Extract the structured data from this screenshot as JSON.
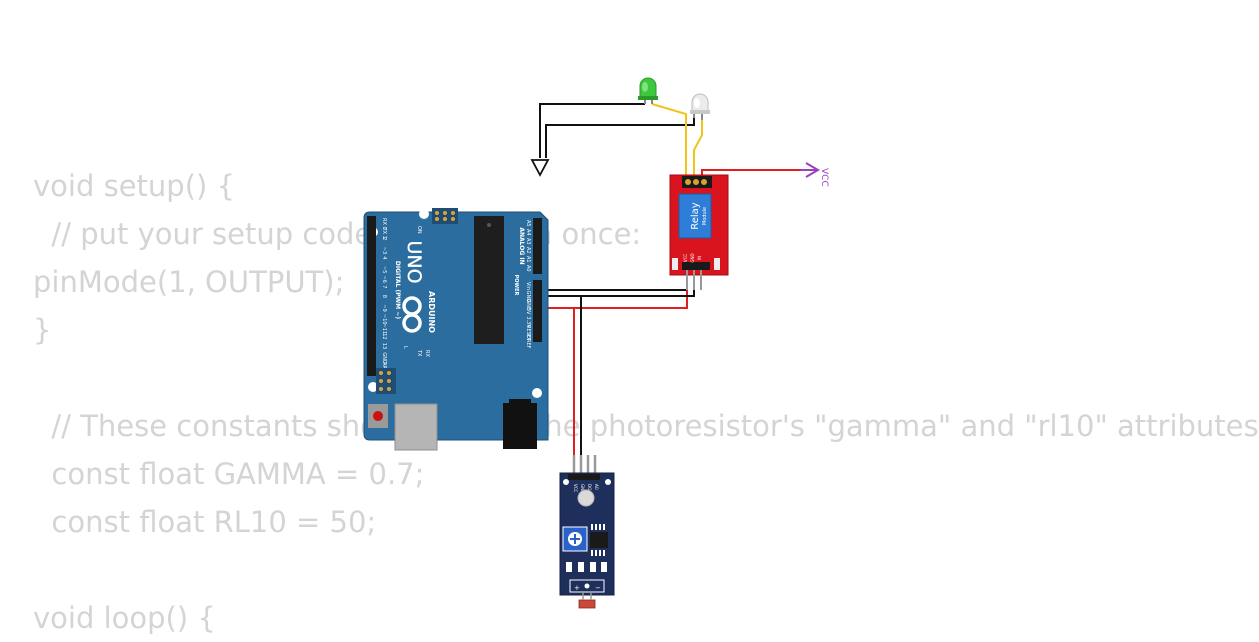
{
  "code_lines": [
    "void setup() {",
    "  // put your setup code here, to run once:",
    "pinMode(1, OUTPUT);",
    "}",
    "",
    "  // These constants should match the photoresistor's \"gamma\" and \"rl10\" attributes",
    "  const float GAMMA = 0.7;",
    "  const float RL10 = 50;",
    "",
    "void loop() {"
  ],
  "arduino": {
    "model": "UNO",
    "brand": "ARDUINO",
    "on_label": "ON",
    "digital_label": "DIGITAL (PWM ~)",
    "analog_label": "ANALOG IN",
    "power_label": "POWER",
    "digital_pins": [
      "RX 0",
      "TX 1",
      "2",
      "~3",
      "4",
      "~5",
      "~6",
      "7",
      "8",
      "~9",
      "~10",
      "~11",
      "12",
      "13",
      "GND",
      "AREF"
    ],
    "analog_pins": [
      "A5",
      "A4",
      "A3",
      "A2",
      "A1",
      "A0"
    ],
    "power_pins": [
      "Vin",
      "GND",
      "GND",
      "5V",
      "3.3V",
      "RESET",
      "IOREF"
    ],
    "led_labels": [
      "L",
      "TX",
      "RX"
    ]
  },
  "relay": {
    "title": "Relay",
    "subtitle": "Module",
    "pins": [
      "VCC",
      "GND",
      "IN"
    ]
  },
  "vcc_label": "VCC",
  "ldr_module": {
    "pins": [
      "VCC",
      "GND",
      "DO",
      "AO"
    ]
  },
  "colors": {
    "board": "#2b6d9e",
    "relay": "#d9141e",
    "sensor": "#1f2f5c",
    "wire_red": "#e02020",
    "wire_black": "#111111",
    "wire_yellow": "#f0c419",
    "vcc_arrow": "#9b3fbf",
    "led_green": "#3ec83e",
    "led_white": "#e6e6e6",
    "code_text": "#d4d4d4"
  }
}
